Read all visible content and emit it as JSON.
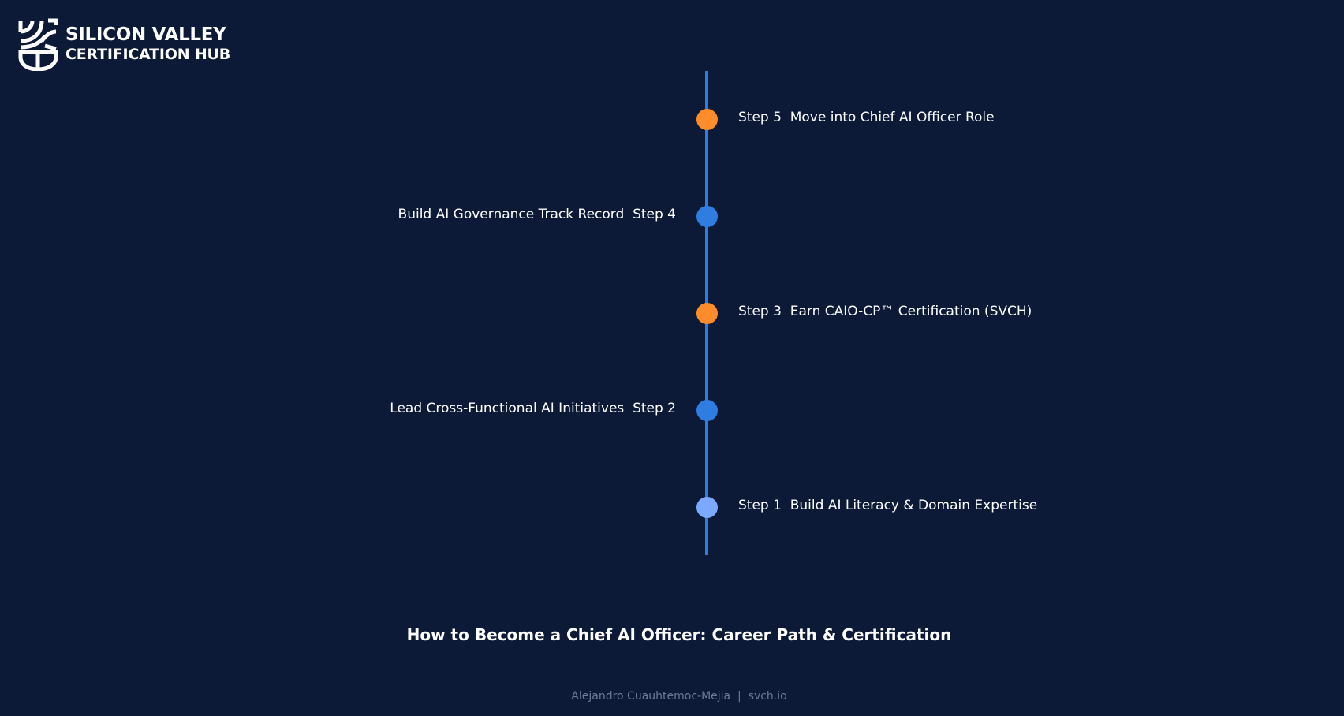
{
  "brand": {
    "line1": "SILICON VALLEY",
    "line2": "CERTIFICATION HUB"
  },
  "colors": {
    "background": "#0c1a38",
    "timeline": "#2f7de1",
    "orange": "#ff8c2a",
    "blue": "#2f7de1",
    "light_blue": "#7aa9ff",
    "footer_text": "#6b7a99"
  },
  "steps": [
    {
      "label": "Step 5  Move into Chief AI Officer Role",
      "side": "right",
      "color": "#ff8c2a"
    },
    {
      "label": "Build AI Governance Track Record  Step 4",
      "side": "left",
      "color": "#2f7de1"
    },
    {
      "label": "Step 3  Earn CAIO-CP™ Certification (SVCH)",
      "side": "right",
      "color": "#ff8c2a"
    },
    {
      "label": "Lead Cross-Functional AI Initiatives  Step 2",
      "side": "left",
      "color": "#2f7de1"
    },
    {
      "label": "Step 1  Build AI Literacy & Domain Expertise",
      "side": "right",
      "color": "#7aa9ff"
    }
  ],
  "title": "How to Become a Chief AI Officer: Career Path & Certification",
  "footer": "Alejandro Cuauhtemoc-Mejia  |  svch.io"
}
